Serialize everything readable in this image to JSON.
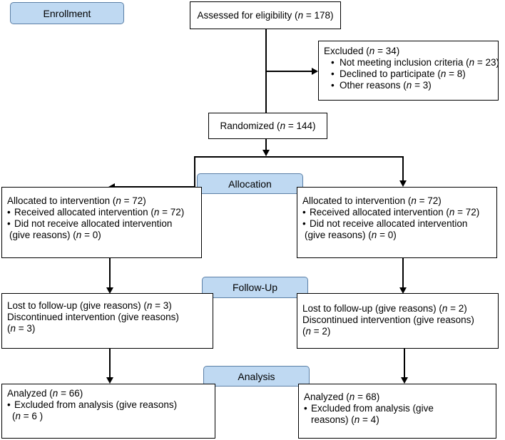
{
  "stages": {
    "enrollment": "Enrollment",
    "allocation": "Allocation",
    "follow_up": "Follow-Up",
    "analysis": "Analysis"
  },
  "n_symbol": "n",
  "assessed": {
    "pre": "Assessed for eligibility (",
    "post": " = 178)"
  },
  "excluded": {
    "title": {
      "pre": "Excluded (",
      "post": " = 34)"
    },
    "items": [
      {
        "pre": "Not meeting inclusion criteria (",
        "post": " = 23)"
      },
      {
        "pre": "Declined to participate (",
        "post": " = 8)"
      },
      {
        "pre": "Other reasons (",
        "post": " = 3)"
      }
    ]
  },
  "randomized": {
    "pre": "Randomized (",
    "post": " = 144)"
  },
  "allocation_left": {
    "line1": {
      "pre": "Allocated to intervention (",
      "post": " = 72)"
    },
    "line2": {
      "pre": "Received allocated intervention (",
      "post": " = 72)"
    },
    "line3": "Did not receive allocated intervention",
    "line4": {
      "pre": "(give reasons)  (",
      "post": " = 0)"
    }
  },
  "allocation_right": {
    "line1": {
      "pre": "Allocated to intervention (",
      "post": " = 72)"
    },
    "line2": {
      "pre": "Received allocated intervention (",
      "post": " = 72)"
    },
    "line3": "Did not receive allocated intervention",
    "line4": {
      "pre": "(give reasons) (",
      "post": " =  0)"
    }
  },
  "followup_left": {
    "line1": {
      "pre": "Lost to follow-up (give reasons) (",
      "post": " = 3)"
    },
    "line2": "Discontinued intervention (give reasons)",
    "line3": {
      "pre": "(",
      "post": " = 3)"
    }
  },
  "followup_right": {
    "line1": {
      "pre": "Lost to follow-up (give reasons) (",
      "post": " = 2)"
    },
    "line2": "Discontinued intervention (give reasons)",
    "line3": {
      "pre": "(",
      "post": " = 2)"
    }
  },
  "analysis_left": {
    "line1": {
      "pre": "Analyzed (",
      "post": " = 66)"
    },
    "line2": "Excluded from analysis (give reasons)",
    "line3": {
      "pre": "(",
      "post": " = 6 )"
    }
  },
  "analysis_right": {
    "line1": {
      "pre": "Analyzed (",
      "post": " = 68)"
    },
    "line2": "Excluded from analysis (give",
    "line3": {
      "pre": "reasons) (",
      "post": " = 4)"
    }
  }
}
